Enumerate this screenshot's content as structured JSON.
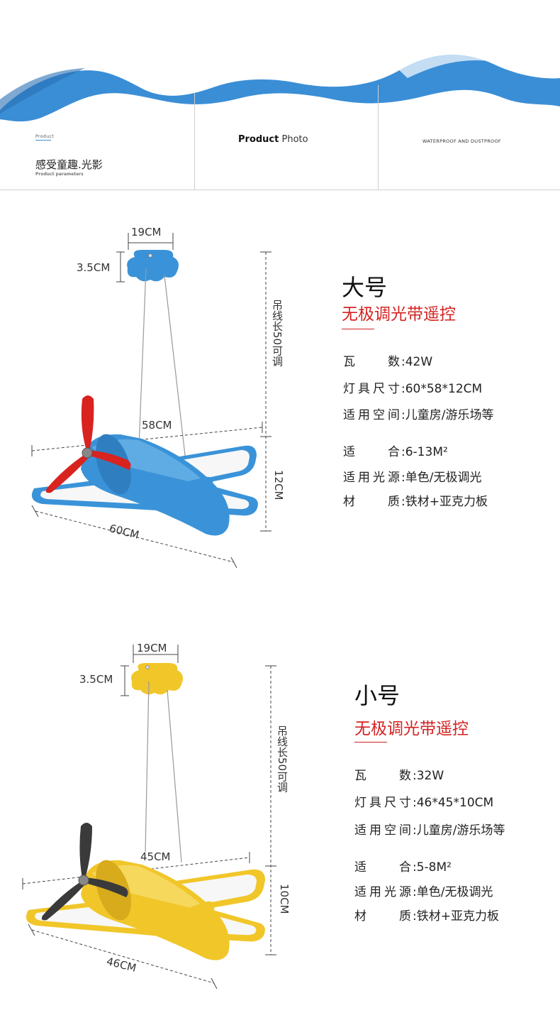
{
  "header": {
    "tag": "Product",
    "title_cn": "感受童趣.光影",
    "subtitle": "Product parameters",
    "photo_bold": "Product",
    "photo_rest": "Photo",
    "right_label": "WATERPROOF AND DUSTPROOF",
    "wave_color": "#3a8ed6"
  },
  "large": {
    "dims": {
      "canopy_width": "19CM",
      "canopy_height": "3.5CM",
      "cable": "吊线长50可调",
      "wing_span": "58CM",
      "length": "60CM",
      "height": "12CM"
    },
    "title": "大号",
    "subtitle": "无极调光带遥控",
    "specs": [
      {
        "label": "瓦　数",
        "value": "42W"
      },
      {
        "label": "灯具尺寸",
        "value": "60*58*12CM"
      },
      {
        "label": "适用空间",
        "value": "儿童房/游乐场等"
      },
      {
        "label": "适　合",
        "value": "6-13M²"
      },
      {
        "label": "适用光源",
        "value": "单色/无极调光"
      },
      {
        "label": "材　质",
        "value": "铁材+亚克力板"
      }
    ],
    "body_color": "#3a93d8",
    "propeller_color": "#d8231f"
  },
  "small": {
    "dims": {
      "canopy_width": "19CM",
      "canopy_height": "3.5CM",
      "cable": "吊线长50可调",
      "wing_span": "45CM",
      "length": "46CM",
      "height": "10CM"
    },
    "title": "小号",
    "subtitle": "无极调光带遥控",
    "specs": [
      {
        "label": "瓦　数",
        "value": "32W"
      },
      {
        "label": "灯具尺寸",
        "value": "46*45*10CM"
      },
      {
        "label": "适用空间",
        "value": "儿童房/游乐场等"
      },
      {
        "label": "适　合",
        "value": "5-8M²"
      },
      {
        "label": "适用光源",
        "value": "单色/无极调光"
      },
      {
        "label": "材　质",
        "value": "铁材+亚克力板"
      }
    ],
    "body_color": "#f1c629",
    "propeller_color": "#3a3a3a"
  }
}
